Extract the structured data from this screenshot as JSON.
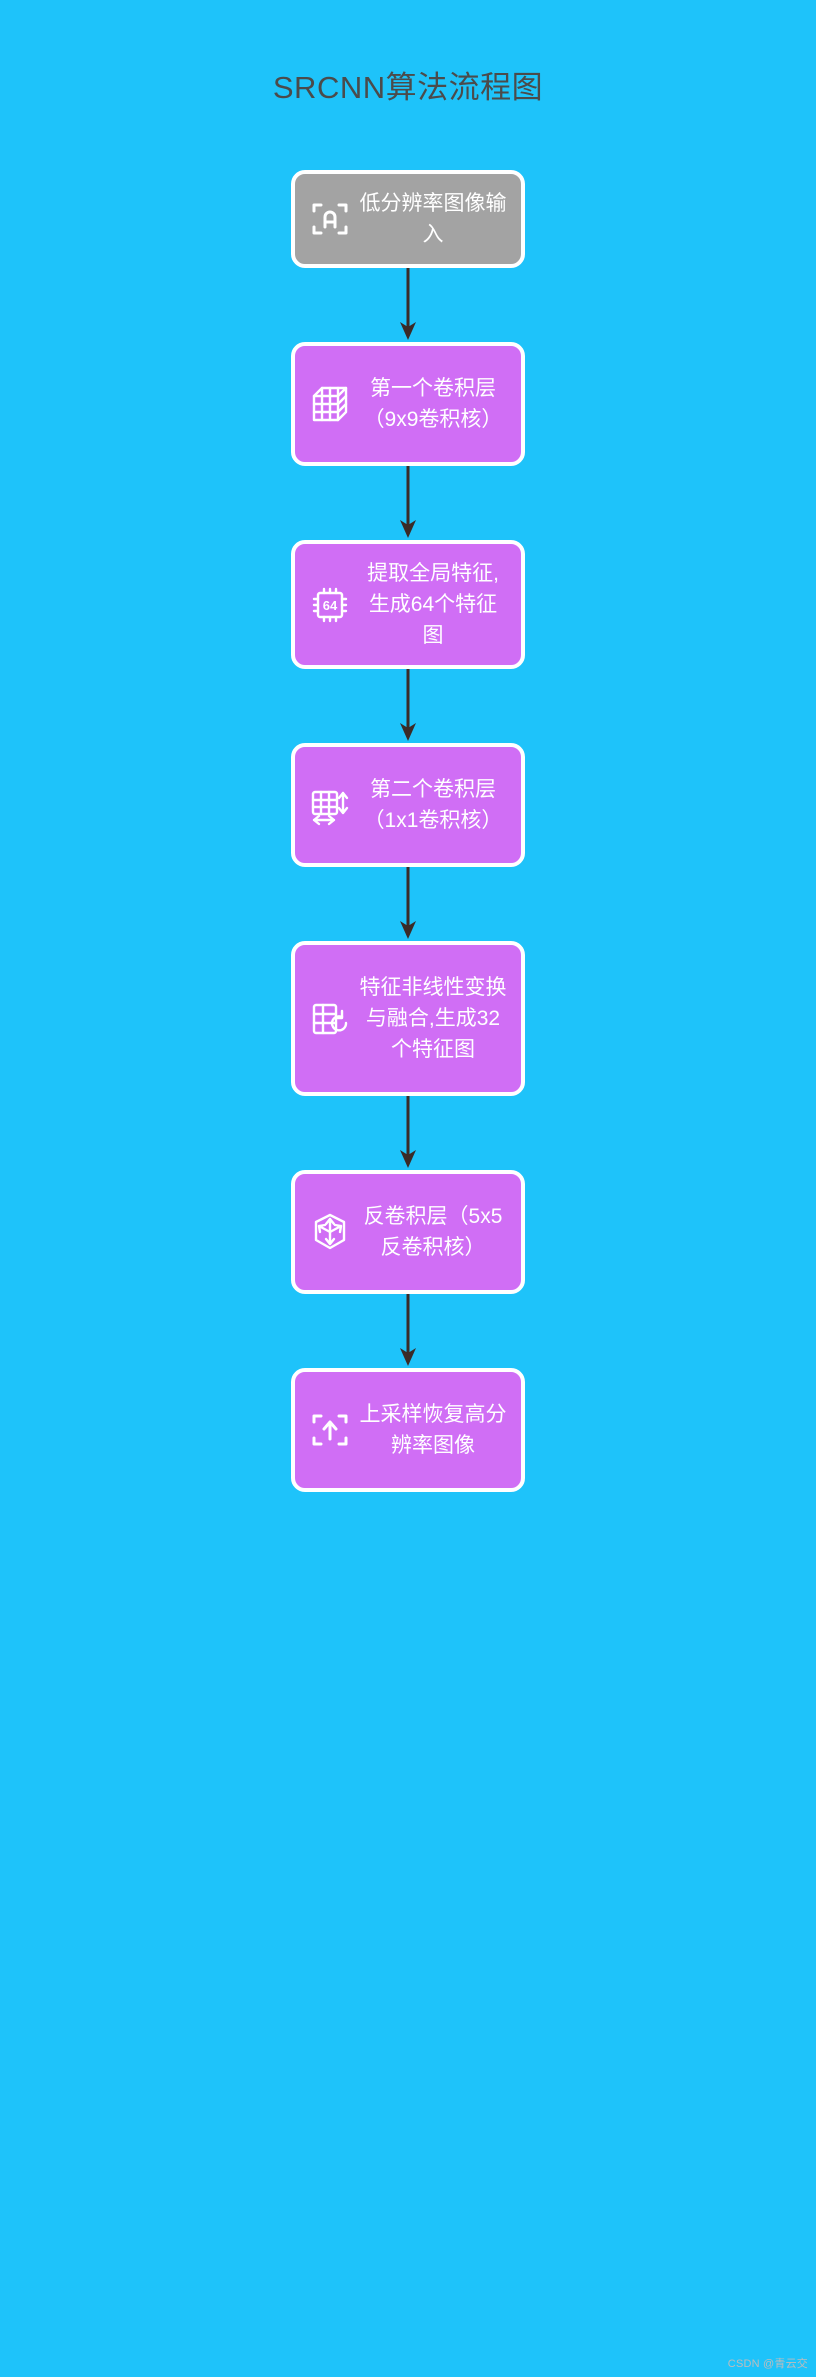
{
  "title": "SRCNN算法流程图",
  "colors": {
    "background": "#1ec3fa",
    "title_text": "#4b4b4b",
    "node_gray": "#a3a3a3",
    "node_purple": "#d06ef5",
    "node_border": "#ffffff",
    "node_text": "#ffffff",
    "connector": "#3b2b28",
    "watermark_text": "#bdbdbd"
  },
  "watermark": "CSDN @青云交",
  "nodes": [
    {
      "id": "input",
      "label": "低分辨率图像输入",
      "icon": "scan-frame-a-icon",
      "color": "gray",
      "size": "h1"
    },
    {
      "id": "conv1",
      "label": "第一个卷积层（9x9卷积核）",
      "icon": "cube-grid-icon",
      "color": "purple",
      "size": "h2"
    },
    {
      "id": "features64",
      "label": "提取全局特征,生成64个特征图",
      "icon": "chip-64-icon",
      "icon_text": "64",
      "color": "purple",
      "size": "h2"
    },
    {
      "id": "conv2",
      "label": "第二个卷积层（1x1卷积核）",
      "icon": "grid-resize-icon",
      "color": "purple",
      "size": "h2"
    },
    {
      "id": "features32",
      "label": "特征非线性变换与融合,生成32个特征图",
      "icon": "grid-refresh-icon",
      "color": "purple",
      "size": "h3"
    },
    {
      "id": "deconv",
      "label": "反卷积层（5x5反卷积核）",
      "icon": "expand-cube-icon",
      "color": "purple",
      "size": "h2"
    },
    {
      "id": "output",
      "label": "上采样恢复高分辨率图像",
      "icon": "scan-frame-up-icon",
      "color": "purple",
      "size": "h2"
    }
  ],
  "connectors": [
    {
      "from": "input",
      "to": "conv1"
    },
    {
      "from": "conv1",
      "to": "features64"
    },
    {
      "from": "features64",
      "to": "conv2"
    },
    {
      "from": "conv2",
      "to": "features32"
    },
    {
      "from": "features32",
      "to": "deconv"
    },
    {
      "from": "deconv",
      "to": "output"
    }
  ]
}
